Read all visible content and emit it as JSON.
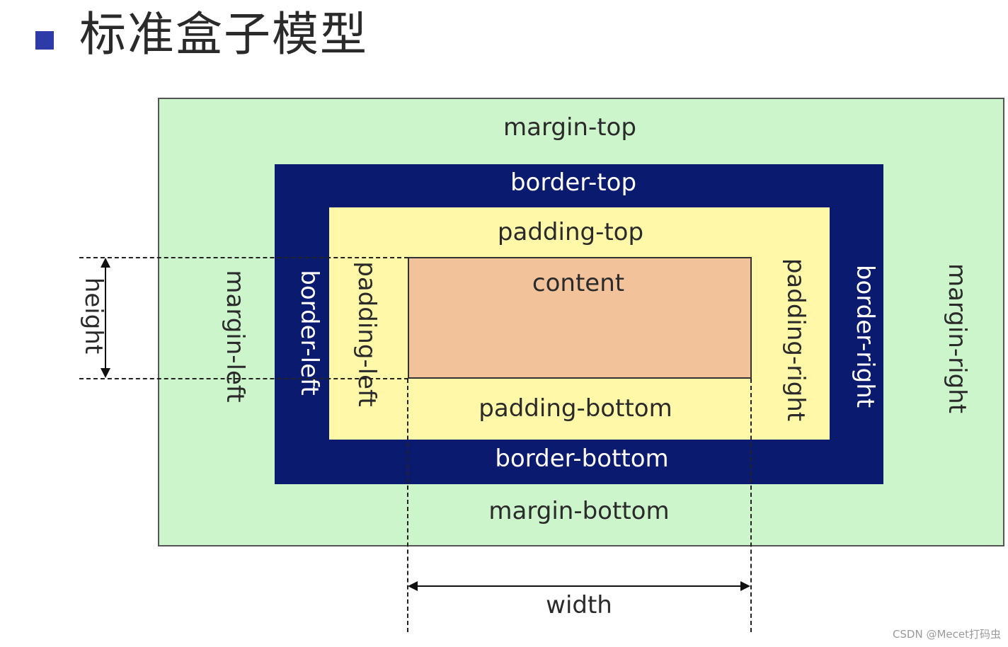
{
  "title": "标准盒子模型",
  "labels": {
    "margin_top": "margin-top",
    "margin_bottom": "margin-bottom",
    "margin_left": "margin-left",
    "margin_right": "margin-right",
    "border_top": "border-top",
    "border_bottom": "border-bottom",
    "border_left": "border-left",
    "border_right": "border-right",
    "padding_top": "padding-top",
    "padding_bottom": "padding-bottom",
    "padding_left": "padding-left",
    "padding_right": "padding-right",
    "content": "content",
    "height": "height",
    "width": "width"
  },
  "watermark": "CSDN @Mecet打码虫",
  "colors": {
    "margin": "#ccf5cc",
    "border": "#0a1a6e",
    "padding": "#fff8a8",
    "content": "#f2c39a",
    "bullet": "#2e3aa8"
  }
}
